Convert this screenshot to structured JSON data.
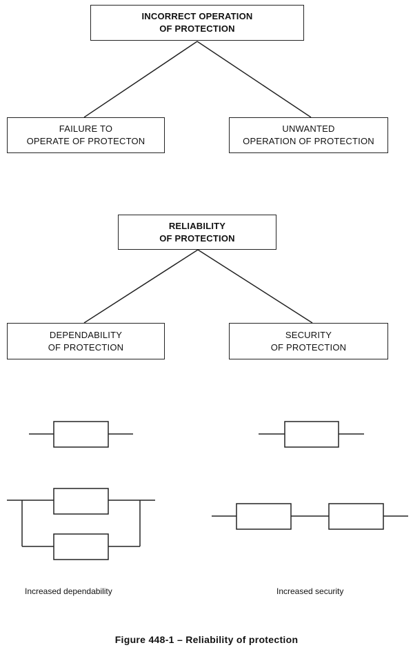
{
  "tree1": {
    "root": {
      "line1": "INCORRECT OPERATION",
      "line2": "OF PROTECTION"
    },
    "left": {
      "line1": "FAILURE TO",
      "line2": "OPERATE OF PROTECTON"
    },
    "right": {
      "line1": "UNWANTED",
      "line2": "OPERATION OF PROTECTION"
    }
  },
  "tree2": {
    "root": {
      "line1": "RELIABILITY",
      "line2": "OF PROTECTION"
    },
    "left": {
      "line1": "DEPENDABILITY",
      "line2": "OF PROTECTION"
    },
    "right": {
      "line1": "SECURITY",
      "line2": "OF PROTECTION"
    }
  },
  "captions": {
    "dependability": "Increased dependability",
    "security": "Increased security"
  },
  "figure_caption": "Figure 448-1 – Reliability of protection"
}
